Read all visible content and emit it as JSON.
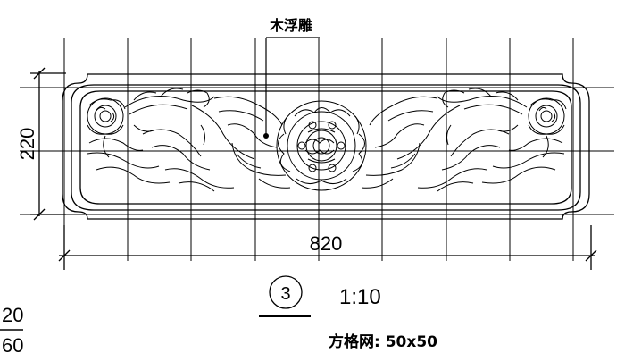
{
  "drawing": {
    "callout_label": "木浮雕",
    "dim_height": "220",
    "dim_width": "820",
    "detail_number": "3",
    "scale": "1:10",
    "grid_note": "方格网: 50x50",
    "partial_fraction_top": "20",
    "partial_fraction_bottom": "60"
  }
}
